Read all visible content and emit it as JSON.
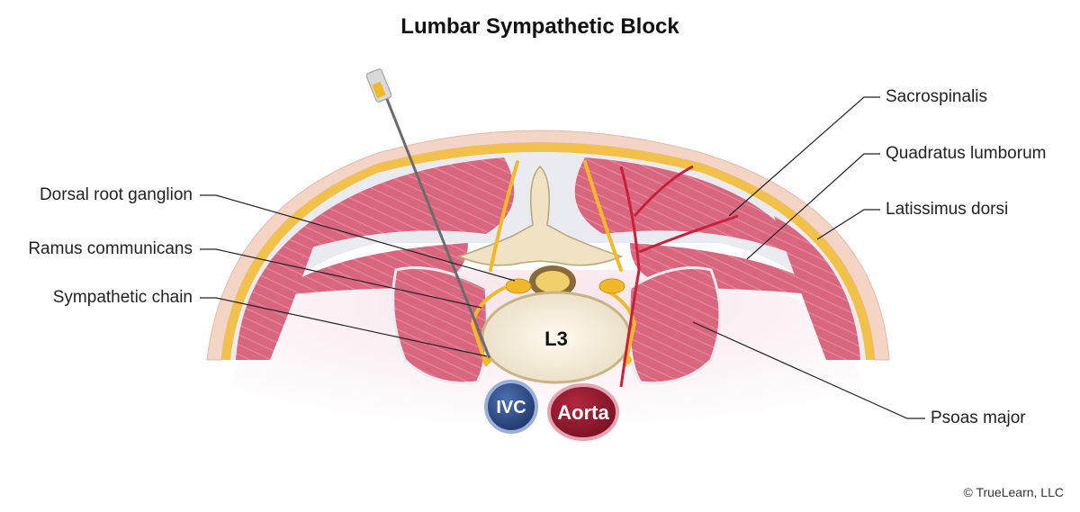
{
  "title": "Lumbar Sympathetic Block",
  "labels": {
    "dorsal_root_ganglion": "Dorsal root ganglion",
    "ramus_communicans": "Ramus communicans",
    "sympathetic_chain": "Sympathetic chain",
    "sacrospinalis": "Sacrospinalis",
    "quadratus_lumborum": "Quadratus lumborum",
    "latissimus_dorsi": "Latissimus dorsi",
    "psoas_major": "Psoas major"
  },
  "vertebra_label": "L3",
  "vessels": {
    "ivc": "IVC",
    "aorta": "Aorta"
  },
  "copyright": "© TrueLearn, LLC",
  "colors": {
    "muscle": "#d9667f",
    "fascia": "#e9ebf0",
    "fat": "#f1c14a",
    "skin": "#f4d4c4",
    "bone": "#efe3c3",
    "nerve": "#f1b92a",
    "artery": "#c8203a",
    "ivc": "#2f4f8f",
    "aorta": "#9b1c30"
  }
}
